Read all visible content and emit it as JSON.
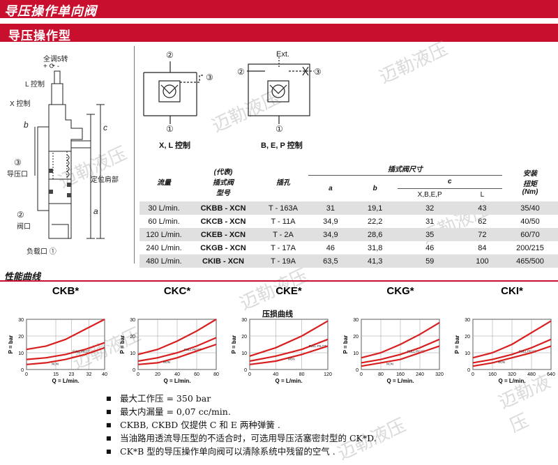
{
  "header": {
    "title": "导压操作单向阀",
    "subtitle": "导压操作型"
  },
  "watermark": "迈勒液压",
  "cutaway": {
    "labels": {
      "adjust": "全调5转",
      "plus_minus": "+ ⟳ -",
      "l_control": "L 控制",
      "x_control": "X 控制",
      "b": "b",
      "c": "c",
      "a": "a",
      "pilot_port_num": "③",
      "pilot_port": "导压口",
      "shoulder": "定位肩部",
      "valve_port_num": "②",
      "valve_port": "阀口",
      "load_port": "负载口 ①"
    }
  },
  "symbols": [
    {
      "caption": "X, L 控制",
      "p2": "②",
      "p3": "③",
      "p1": "①"
    },
    {
      "caption": "B, E, P 控制",
      "ext": "Ext.",
      "p2": "②",
      "p3": "③",
      "p1": "①"
    }
  ],
  "spec_table": {
    "headers": {
      "flow": "流量",
      "model_top": "(代表)",
      "model_mid": "插式阀",
      "model_bot": "型号",
      "cavity": "插孔",
      "dims": "插式阀尺寸",
      "a": "a",
      "b": "b",
      "c": "c",
      "c1": "X,B,E,P",
      "c2": "L",
      "torque_top": "安装",
      "torque_mid": "扭矩",
      "torque_bot": "(Nm)"
    },
    "rows": [
      {
        "flow": "30 L/min.",
        "model": "CKBB - XCN",
        "cavity": "T - 163A",
        "a": "31",
        "b": "19,1",
        "c1": "32",
        "c2": "43",
        "torque": "35/40"
      },
      {
        "flow": "60 L/min.",
        "model": "CKCB - XCN",
        "cavity": "T - 11A",
        "a": "34,9",
        "b": "22,2",
        "c1": "31",
        "c2": "62",
        "torque": "40/50"
      },
      {
        "flow": "120 L/min.",
        "model": "CKEB - XCN",
        "cavity": "T - 2A",
        "a": "34,9",
        "b": "28,6",
        "c1": "35",
        "c2": "72",
        "torque": "60/70"
      },
      {
        "flow": "240 L/min.",
        "model": "CKGB - XCN",
        "cavity": "T - 17A",
        "a": "46",
        "b": "31,8",
        "c1": "46",
        "c2": "84",
        "torque": "200/215"
      },
      {
        "flow": "480 L/min.",
        "model": "CKIB - XCN",
        "cavity": "T - 19A",
        "a": "63,5",
        "b": "41,3",
        "c1": "59",
        "c2": "100",
        "torque": "465/500"
      }
    ]
  },
  "performance": {
    "title": "性能曲线",
    "pressure_title": "压损曲线",
    "y_label": "P = bar",
    "x_label": "Q = L/min.",
    "chart_data": [
      {
        "type": "line",
        "title": "CKB*",
        "x": [
          0,
          15,
          23,
          32,
          40
        ],
        "xticks": [
          "0",
          "15",
          "23",
          "32",
          "40"
        ],
        "ylim": [
          0,
          30
        ],
        "yticks": [
          "0",
          "10",
          "20",
          "30"
        ],
        "series": [
          {
            "name": "FULL PILOT",
            "x": [
              0,
              10,
              20,
              30,
              40
            ],
            "y": [
              6,
              7,
              9,
              12,
              16
            ]
          },
          {
            "name": "NON",
            "x": [
              0,
              10,
              20,
              30,
              40
            ],
            "y": [
              3,
              4,
              6,
              9,
              13
            ]
          },
          {
            "name": "",
            "x": [
              0,
              10,
              20,
              30,
              40
            ],
            "y": [
              12,
              14,
              18,
              24,
              30
            ]
          }
        ]
      },
      {
        "type": "line",
        "title": "CKC*",
        "x": [
          0,
          20,
          40,
          60,
          80
        ],
        "xticks": [
          "0",
          "20",
          "40",
          "60",
          "80"
        ],
        "ylim": [
          0,
          30
        ],
        "yticks": [
          "0",
          "10",
          "20",
          "30"
        ],
        "series": [
          {
            "name": "FULL PILOT",
            "x": [
              0,
              20,
              40,
              60,
              80
            ],
            "y": [
              5,
              7,
              10,
              14,
              19
            ]
          },
          {
            "name": "NON",
            "x": [
              0,
              20,
              40,
              60,
              80
            ],
            "y": [
              3,
              4,
              7,
              11,
              15
            ]
          },
          {
            "name": "",
            "x": [
              0,
              20,
              40,
              60,
              80
            ],
            "y": [
              9,
              12,
              17,
              23,
              30
            ]
          }
        ]
      },
      {
        "type": "line",
        "title": "CKE*",
        "x": [
          0,
          40,
          80,
          120
        ],
        "xticks": [
          "0",
          "40",
          "80",
          "120"
        ],
        "ylim": [
          0,
          30
        ],
        "yticks": [
          "0",
          "10",
          "20",
          "30"
        ],
        "series": [
          {
            "name": "FULL PILOT",
            "x": [
              0,
              40,
              80,
              120
            ],
            "y": [
              5,
              8,
              12,
              18
            ]
          },
          {
            "name": "NON",
            "x": [
              0,
              40,
              80,
              120
            ],
            "y": [
              3,
              5,
              9,
              14
            ]
          },
          {
            "name": "",
            "x": [
              0,
              40,
              80,
              120
            ],
            "y": [
              8,
              13,
              20,
              29
            ]
          }
        ]
      },
      {
        "type": "line",
        "title": "CKG*",
        "x": [
          0,
          80,
          160,
          240,
          320
        ],
        "xticks": [
          "0",
          "80",
          "160",
          "240",
          "320"
        ],
        "ylim": [
          0,
          30
        ],
        "yticks": [
          "0",
          "10",
          "20",
          "30"
        ],
        "series": [
          {
            "name": "FULL PILOT",
            "x": [
              0,
              80,
              160,
              240,
              320
            ],
            "y": [
              4,
              6,
              9,
              13,
              18
            ]
          },
          {
            "name": "NON",
            "x": [
              0,
              80,
              160,
              240,
              320
            ],
            "y": [
              2,
              4,
              6,
              10,
              14
            ]
          },
          {
            "name": "",
            "x": [
              0,
              80,
              160,
              240,
              320
            ],
            "y": [
              7,
              10,
              15,
              21,
              28
            ]
          }
        ]
      },
      {
        "type": "line",
        "title": "CKI*",
        "x": [
          0,
          160,
          320,
          480,
          640
        ],
        "xticks": [
          "0",
          "160",
          "320",
          "480",
          "640"
        ],
        "ylim": [
          0,
          30
        ],
        "yticks": [
          "0",
          "10",
          "20",
          "30"
        ],
        "series": [
          {
            "name": "FULL PILOT",
            "x": [
              0,
              160,
              320,
              480,
              640
            ],
            "y": [
              4,
              6,
              9,
              13,
              18
            ]
          },
          {
            "name": "NON",
            "x": [
              0,
              160,
              320,
              480,
              640
            ],
            "y": [
              2,
              4,
              7,
              10,
              14
            ]
          },
          {
            "name": "",
            "x": [
              0,
              160,
              320,
              480,
              640
            ],
            "y": [
              7,
              10,
              15,
              22,
              29
            ]
          }
        ]
      }
    ]
  },
  "specs": [
    "最大工作压 = 350 bar",
    "最大内漏量 = 0,07 cc/min.",
    "CKBB, CKBD 仅提供 C 和 E 两种弹簧 .",
    "当油路用透流导压型的不适合时，可选用导压活塞密封型的 CK*D.",
    "CK*B 型的导压操作单向阀可以清除系统中残留的空气 ."
  ],
  "colors": {
    "brand_red": "#c8102e",
    "curve_red": "#d81e1e"
  }
}
